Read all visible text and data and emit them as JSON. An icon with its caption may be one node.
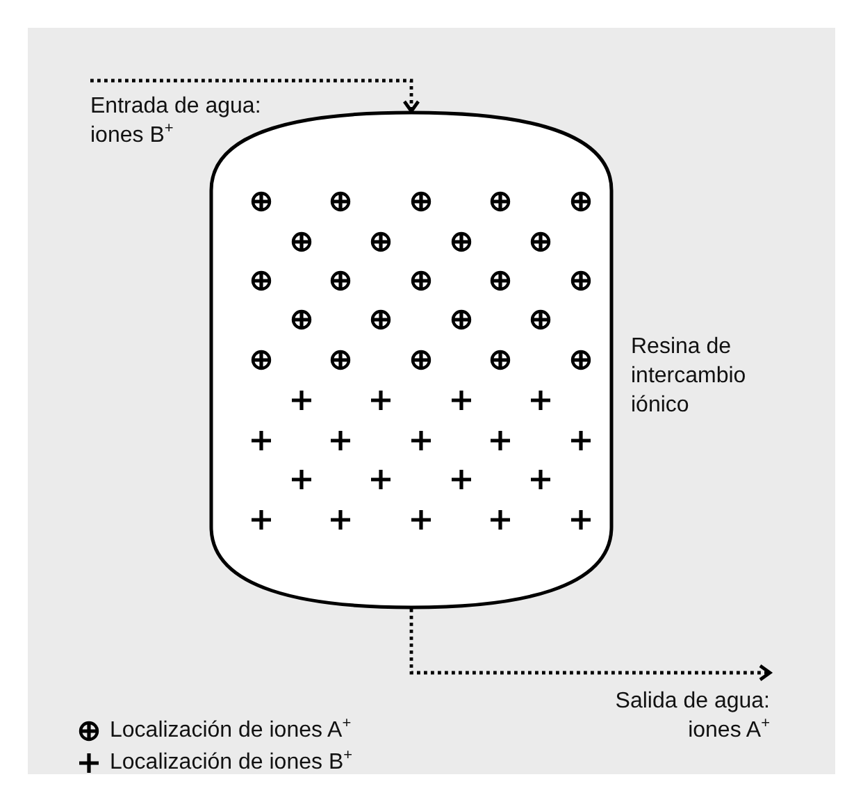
{
  "diagram": {
    "nodes": [
      {
        "text": [
          "Entrada de agua: iones B$^{+}$"
        ]
      },
      {
        "text": [],
        "shape": "cylinder",
        "beside": [
          "Resina de intercambio iónico"
        ]
      },
      {
        "text": [
          "Salida de agua: iones A$^{+}$"
        ]
      }
    ],
    "edges": [
      {
        "from": 0,
        "to": 1,
        "arrow": "to",
        "style": "dashed"
      },
      {
        "from": 1,
        "to": 2,
        "arrow": "to",
        "style": "dashed"
      }
    ],
    "legend": [
      {
        "text": "Localización de iones A$^{+}$"
      },
      {
        "text": "Localización de iones B$^{+}$"
      }
    ]
  }
}
